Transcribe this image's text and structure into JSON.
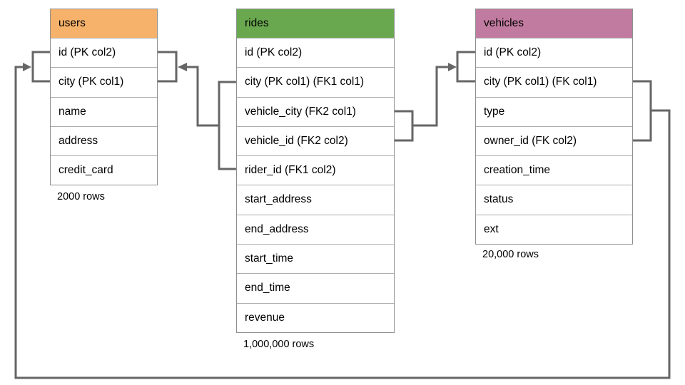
{
  "diagram": {
    "line_color": "#666666",
    "tables": [
      {
        "name": "users",
        "header_color": "#F6B26B",
        "columns": [
          "id (PK col2)",
          "city (PK col1)",
          "name",
          "address",
          "credit_card"
        ],
        "row_count_label": "2000 rows"
      },
      {
        "name": "rides",
        "header_color": "#6AA84F",
        "columns": [
          "id (PK col2)",
          "city (PK col1) (FK1 col1)",
          "vehicle_city (FK2 col1)",
          "vehicle_id (FK2 col2)",
          "rider_id (FK1 col2)",
          "start_address",
          "end_address",
          "start_time",
          "end_time",
          "revenue"
        ],
        "row_count_label": "1,000,000 rows"
      },
      {
        "name": "vehicles",
        "header_color": "#C27BA0",
        "columns": [
          "id (PK col2)",
          "city (PK col1) (FK col1)",
          "type",
          "owner_id (FK col2)",
          "creation_time",
          "status",
          "ext"
        ],
        "row_count_label": "20,000 rows"
      }
    ],
    "relationships": [
      {
        "name": "rides-to-users",
        "from": "rides (city, rider_id) FK1",
        "to": "users (id, city)"
      },
      {
        "name": "rides-to-vehicles",
        "from": "rides (vehicle_city, vehicle_id) FK2",
        "to": "vehicles (id, city)"
      },
      {
        "name": "vehicles-to-users",
        "from": "vehicles (city, owner_id) FK",
        "to": "users (id, city)"
      }
    ]
  }
}
